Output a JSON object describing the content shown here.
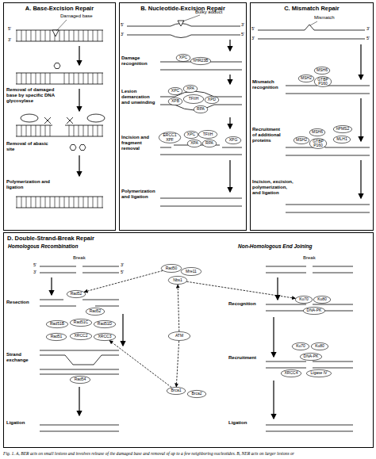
{
  "diagram": {
    "caption": "Fig. 1. A, BER acts on small lesions and involves release of the damaged base and removal of up to a few neighboring nucleotides. B, NER acts on larger lesions or",
    "nodes": [
      {
        "text": [
          "A. Base-Excision Repair"
        ]
      },
      {
        "text": [
          "B. Nucleotide-Excision Repair"
        ]
      },
      {
        "text": [
          "C. Mismatch Repair"
        ]
      },
      {
        "text": [
          "D. Double-Strand-Break Repair"
        ]
      },
      {
        "text": [
          "XPC"
        ],
        "in": 1
      },
      {
        "text": [
          "hHR23B"
        ],
        "in": 1
      },
      {
        "text": [
          "XPC"
        ],
        "in": 1
      },
      {
        "text": [
          "XPA"
        ],
        "in": 1
      },
      {
        "text": [
          "XPB"
        ],
        "in": 1
      },
      {
        "text": [
          "TFIIH"
        ],
        "in": 1
      },
      {
        "text": [
          "XPD"
        ],
        "in": 1
      },
      {
        "text": [
          "RPA"
        ],
        "in": 1
      },
      {
        "text": [
          "ERCC1 XPF"
        ],
        "in": 1
      },
      {
        "text": [
          "XPC"
        ],
        "in": 1
      },
      {
        "text": [
          "TFIIH"
        ],
        "in": 1
      },
      {
        "text": [
          "XPA"
        ],
        "in": 1
      },
      {
        "text": [
          "RPA"
        ],
        "in": 1
      },
      {
        "text": [
          "XPG"
        ],
        "in": 1
      },
      {
        "text": [
          "MSH2"
        ],
        "in": 2
      },
      {
        "text": [
          "MSH6"
        ],
        "in": 2
      },
      {
        "text": [
          "GTBP P160"
        ],
        "in": 2
      },
      {
        "text": [
          "MSH2"
        ],
        "in": 2
      },
      {
        "text": [
          "MSH6"
        ],
        "in": 2
      },
      {
        "text": [
          "GTBP P160"
        ],
        "in": 2
      },
      {
        "text": [
          "hPMS2"
        ],
        "in": 2
      },
      {
        "text": [
          "MLH1"
        ],
        "in": 2
      },
      {
        "text": [
          "Rad50"
        ],
        "in": 3
      },
      {
        "text": [
          "Mre11"
        ],
        "in": 3
      },
      {
        "text": [
          "Nbs1"
        ],
        "in": 3
      },
      {
        "text": [
          "Rad52"
        ],
        "in": 3
      },
      {
        "text": [
          "Rad52"
        ],
        "in": 3
      },
      {
        "text": [
          "Ku70"
        ],
        "in": 3
      },
      {
        "text": [
          "Ku80"
        ],
        "in": 3
      },
      {
        "text": [
          "DNA-PK"
        ],
        "in": 3
      },
      {
        "text": [
          "ATM"
        ],
        "in": 3
      },
      {
        "text": [
          "Rad51B"
        ],
        "in": 3
      },
      {
        "text": [
          "Rad51C"
        ],
        "in": 3
      },
      {
        "text": [
          "Rad51D"
        ],
        "in": 3
      },
      {
        "text": [
          "Rad51"
        ],
        "in": 3
      },
      {
        "text": [
          "XRCC2"
        ],
        "in": 3
      },
      {
        "text": [
          "XRCC3"
        ],
        "in": 3
      },
      {
        "text": [
          "Rad54"
        ],
        "in": 3
      },
      {
        "text": [
          "Ku70"
        ],
        "in": 3
      },
      {
        "text": [
          "Ku80"
        ],
        "in": 3
      },
      {
        "text": [
          "DNA-PK"
        ],
        "in": 3
      },
      {
        "text": [
          "XRCC4"
        ],
        "in": 3
      },
      {
        "text": [
          "Ligase IV"
        ],
        "in": 3
      },
      {
        "text": [
          "Brca1"
        ],
        "in": 3
      },
      {
        "text": [
          "Brca2"
        ],
        "in": 3
      }
    ],
    "edges": [
      {
        "from": 26,
        "to": 29,
        "arrow": "to"
      },
      {
        "from": 28,
        "to": 31,
        "arrow": "to"
      },
      {
        "from": 34,
        "to": 28,
        "arrow": "to"
      },
      {
        "from": 34,
        "to": 47,
        "arrow": "to"
      },
      {
        "from": 47,
        "to": 40,
        "arrow": "to"
      }
    ],
    "labels": [
      "Damaged base",
      "5'",
      "3'",
      "Removal of damaged base by specific DNA glycosylase",
      "Removal of abasic site",
      "Polymerization and ligation",
      "Bulky adduct",
      "5'",
      "3'",
      "3'",
      "5'",
      "Damage recognition",
      "Lesion demarcation and unwinding",
      "Incision and fragment removal",
      "Polymerization and ligation",
      "Mismatch",
      "5'",
      "3'",
      "3'",
      "5'",
      "Mismatch recognition",
      "Recruitment of additional proteins",
      "Incision, excision, polymerization, and ligation",
      "Homologous Recombination",
      "Non-Homologous End Joining",
      "Break",
      "5'",
      "3'",
      "3'",
      "5'",
      "Break",
      "Resection",
      "Strand exchange",
      "Ligation",
      "Recognition",
      "Recruitment",
      "Ligation"
    ]
  }
}
